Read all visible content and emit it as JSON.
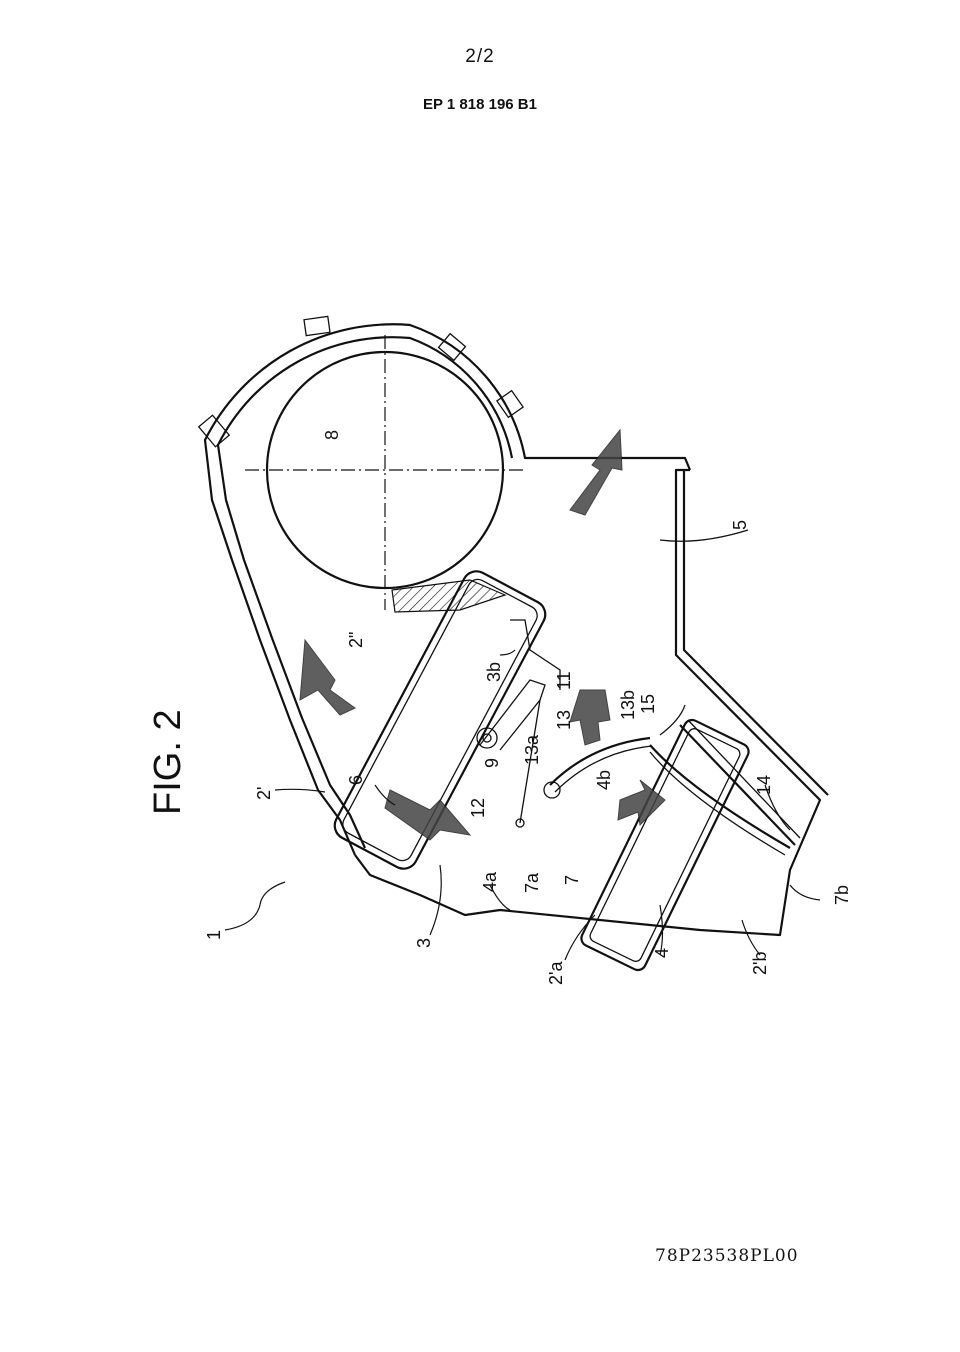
{
  "header": {
    "page_number": "2/2",
    "patent_number": "EP 1 818 196 B1"
  },
  "figure": {
    "title": "FIG. 2",
    "labels": {
      "l1": "1",
      "l2p": "2'",
      "l2pp": "2\"",
      "l2pa": "2'a",
      "l2pb": "2'b",
      "l3": "3",
      "l3b": "3b",
      "l4": "4",
      "l4a": "4a",
      "l4b": "4b",
      "l5": "5",
      "l6": "6",
      "l7": "7",
      "l7a": "7a",
      "l7b": "7b",
      "l8": "8",
      "l9": "9",
      "l11": "11",
      "l12": "12",
      "l13": "13",
      "l13a": "13a",
      "l13b": "13b",
      "l14": "14",
      "l15": "15"
    }
  },
  "footer": {
    "code": "78P23538PL00"
  }
}
